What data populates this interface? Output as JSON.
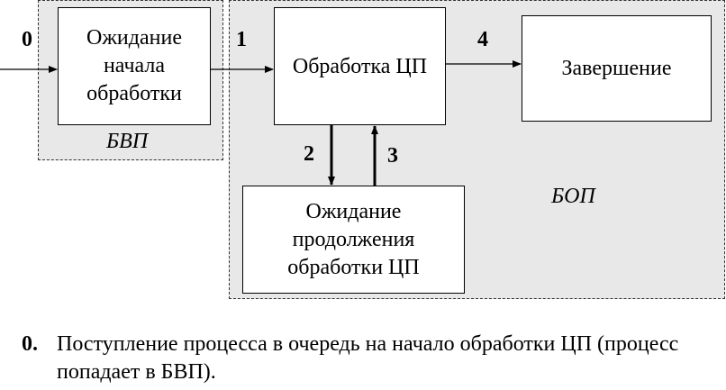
{
  "regions": {
    "bvp": "БВП",
    "bop": "БОП"
  },
  "boxes": {
    "wait_start": "Ожидание\nначала\nобработки",
    "cpu_processing": "Обработка ЦП",
    "finish": "Завершение",
    "wait_continue": "Ожидание\nпродолжения\nобработки ЦП"
  },
  "transitions": {
    "t0": "0",
    "t1": "1",
    "t2": "2",
    "t3": "3",
    "t4": "4"
  },
  "note": {
    "number": "0.",
    "text": "Поступление процесса в очередь на начало обработки ЦП (процесс попадает в БВП)."
  }
}
